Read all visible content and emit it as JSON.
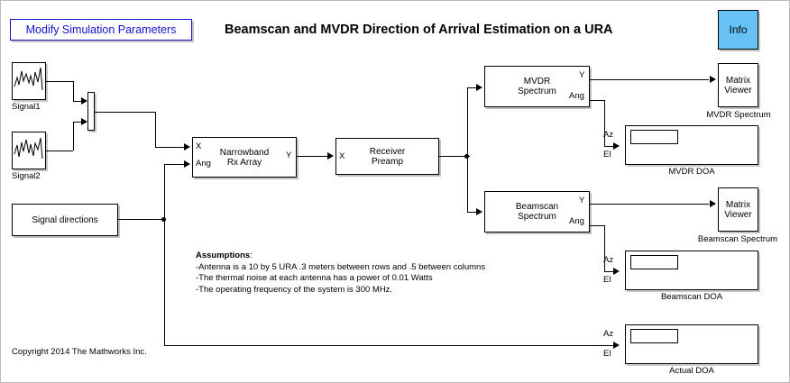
{
  "page": {
    "title": "Beamscan and MVDR Direction of Arrival Estimation on a URA",
    "copyright": "Copyright 2014 The Mathworks Inc.",
    "accent_blue": "#1414cc",
    "info_fill": "#66c2f5",
    "background": "#ffffff"
  },
  "buttons": {
    "modify": "Modify Simulation Parameters",
    "info": "Info"
  },
  "sources": [
    {
      "label": "Signal1"
    },
    {
      "label": "Signal2"
    }
  ],
  "blocks": {
    "signal_directions": {
      "label": "Signal directions"
    },
    "narrowband": {
      "line1": "Narrowband",
      "line2": "Rx Array",
      "in1": "X",
      "in2": "Ang",
      "out1": "Y"
    },
    "preamp": {
      "line1": "Receiver",
      "line2": "Preamp",
      "in1": "X"
    },
    "mvdr_spectrum": {
      "line1": "MVDR",
      "line2": "Spectrum",
      "out1": "Y",
      "out2": "Ang"
    },
    "beamscan_spectrum": {
      "line1": "Beamscan",
      "line2": "Spectrum",
      "out1": "Y",
      "out2": "Ang"
    },
    "matrix_viewer_mvdr": {
      "line1": "Matrix",
      "line2": "Viewer",
      "caption": "MVDR Spectrum"
    },
    "matrix_viewer_beamscan": {
      "line1": "Matrix",
      "line2": "Viewer",
      "caption": "Beamscan Spectrum"
    }
  },
  "displays": [
    {
      "caption": "MVDR DOA",
      "port_az": "Az",
      "port_el": "El",
      "value": ""
    },
    {
      "caption": "Beamscan DOA",
      "port_az": "Az",
      "port_el": "El",
      "value": ""
    },
    {
      "caption": "Actual DOA",
      "port_az": "Az",
      "port_el": "El",
      "value": ""
    }
  ],
  "notes": {
    "heading": "Assumptions",
    "heading_colon": ":",
    "lines": [
      "-Antenna is a 10 by 5 URA .3 meters  between rows and .5 between columns",
      "-The thermal noise at each antenna has  a power of 0.01 Watts",
      "-The operating frequency of the system is 300 MHz."
    ]
  }
}
